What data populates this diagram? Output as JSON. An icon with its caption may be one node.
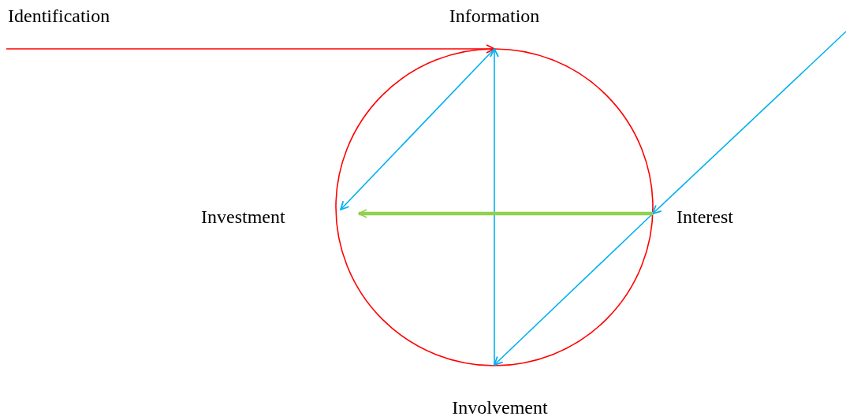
{
  "diagram": {
    "nodes": [
      {
        "text": [
          "Identification"
        ]
      },
      {
        "text": [
          "Information"
        ]
      },
      {
        "text": [
          "Investment"
        ]
      },
      {
        "text": [
          "Interest"
        ]
      },
      {
        "text": [
          "Involvement"
        ]
      }
    ],
    "edges": [
      {
        "from": 0,
        "to": 1,
        "arrow": "to",
        "color": "#ff0000"
      },
      {
        "from": null,
        "to": 3,
        "arrow": "to"
      },
      {
        "from": 1,
        "to": 2,
        "arrow": "to"
      },
      {
        "from": 4,
        "to": 1,
        "arrow": "to"
      },
      {
        "from": 3,
        "to": 4,
        "arrow": "to"
      },
      {
        "from": 3,
        "to": 2,
        "arrow": "to",
        "style": "thick",
        "color": "#92d050"
      }
    ]
  }
}
